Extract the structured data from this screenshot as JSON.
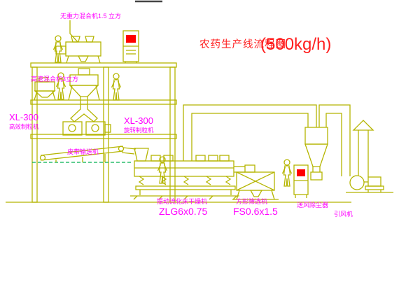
{
  "title": {
    "text": "农药生产线流程图",
    "rate": "(500kg/h)"
  },
  "labels": {
    "gravity_mixer": "无重力混合机1.5 立方",
    "high_speed_mixer": "高速混合机3立方",
    "granulator_left_model": "XL-300",
    "granulator_left_name": "高效制粒机",
    "granulator_right_model": "XL-300",
    "granulator_right_name": "旋转制粒机",
    "belt_conveyor": "皮带输送机",
    "dryer_name": "振动流化床干燥机",
    "dryer_model": "ZLG6x0.75",
    "sieve_name": "方形筛选机",
    "sieve_model": "FS0.6x1.5",
    "dust_collector": "送风除尘器",
    "induced_fan": "引风机"
  },
  "colors": {
    "drawing_line": "#b5b500",
    "label_text": "#ff00ff",
    "title_text": "#ff1e1e",
    "panel_indicator": "#ff0000",
    "platform_dashed": "#00b050",
    "background": "#ffffff"
  }
}
